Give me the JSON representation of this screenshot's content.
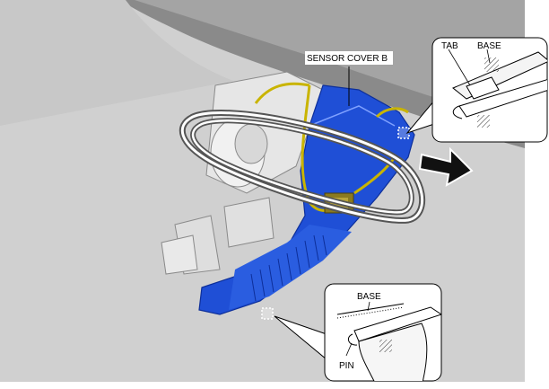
{
  "labels": {
    "sensor_cover": "SENSOR COVER B",
    "top_tab": "TAB",
    "top_base": "BASE",
    "bottom_base": "BASE",
    "bottom_pin": "PIN"
  },
  "colors": {
    "background_grey": "#d2d2d2",
    "cover_blue": "#1f4fd6",
    "cover_blue_dark": "#0d2f9a",
    "wire_yellow": "#c9b400",
    "arrow_black": "#111111"
  },
  "icons": {
    "removal_direction": "arrow-right-icon",
    "clip_marker": "dashed-square-icon"
  }
}
